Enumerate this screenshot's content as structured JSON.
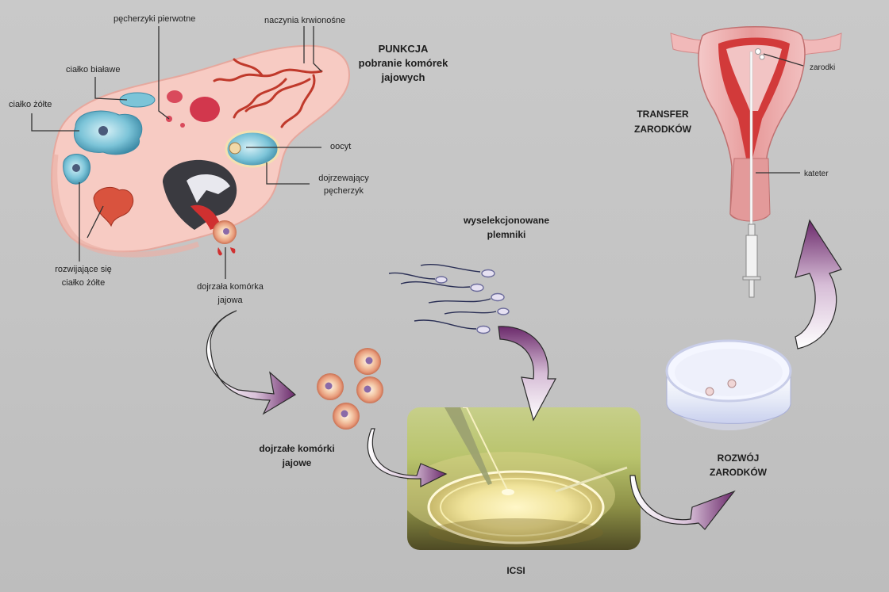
{
  "labels": {
    "primordial_follicles": "pęcherzyki pierwotne",
    "blood_vessels": "naczynia krwionośne",
    "puncture_title": "PUNKCJA",
    "puncture_desc_1": "pobranie komórek",
    "puncture_desc_2": "jajowych",
    "corpus_albicans": "ciałko białawe",
    "corpus_luteum": "ciałko żółte",
    "oocyte": "oocyt",
    "maturing_follicle_1": "dojrzewający",
    "maturing_follicle_2": "pęcherzyk",
    "developing_cl_1": "rozwijające się",
    "developing_cl_2": "ciałko żółte",
    "mature_egg_1": "dojrzała komórka",
    "mature_egg_2": "jajowa",
    "selected_sperm_1": "wyselekcjonowane",
    "selected_sperm_2": "plemniki",
    "mature_eggs_1": "dojrzałe komórki",
    "mature_eggs_2": "jajowe",
    "icsi": "ICSI",
    "embryo_dev_1": "ROZWÓJ",
    "embryo_dev_2": "ZARODKÓW",
    "transfer_1": "TRANSFER",
    "transfer_2": "ZARODKÓW",
    "embryos": "zarodki",
    "catheter": "kateter"
  },
  "colors": {
    "background": "#c6c6c6",
    "arrow_purple": "#6b2a6b",
    "ovary_pink": "#f6c7c0",
    "follicle_blue": "#7cc4d8",
    "vessel_red": "#c0392b",
    "uterus_pink": "#e8a0a0"
  }
}
